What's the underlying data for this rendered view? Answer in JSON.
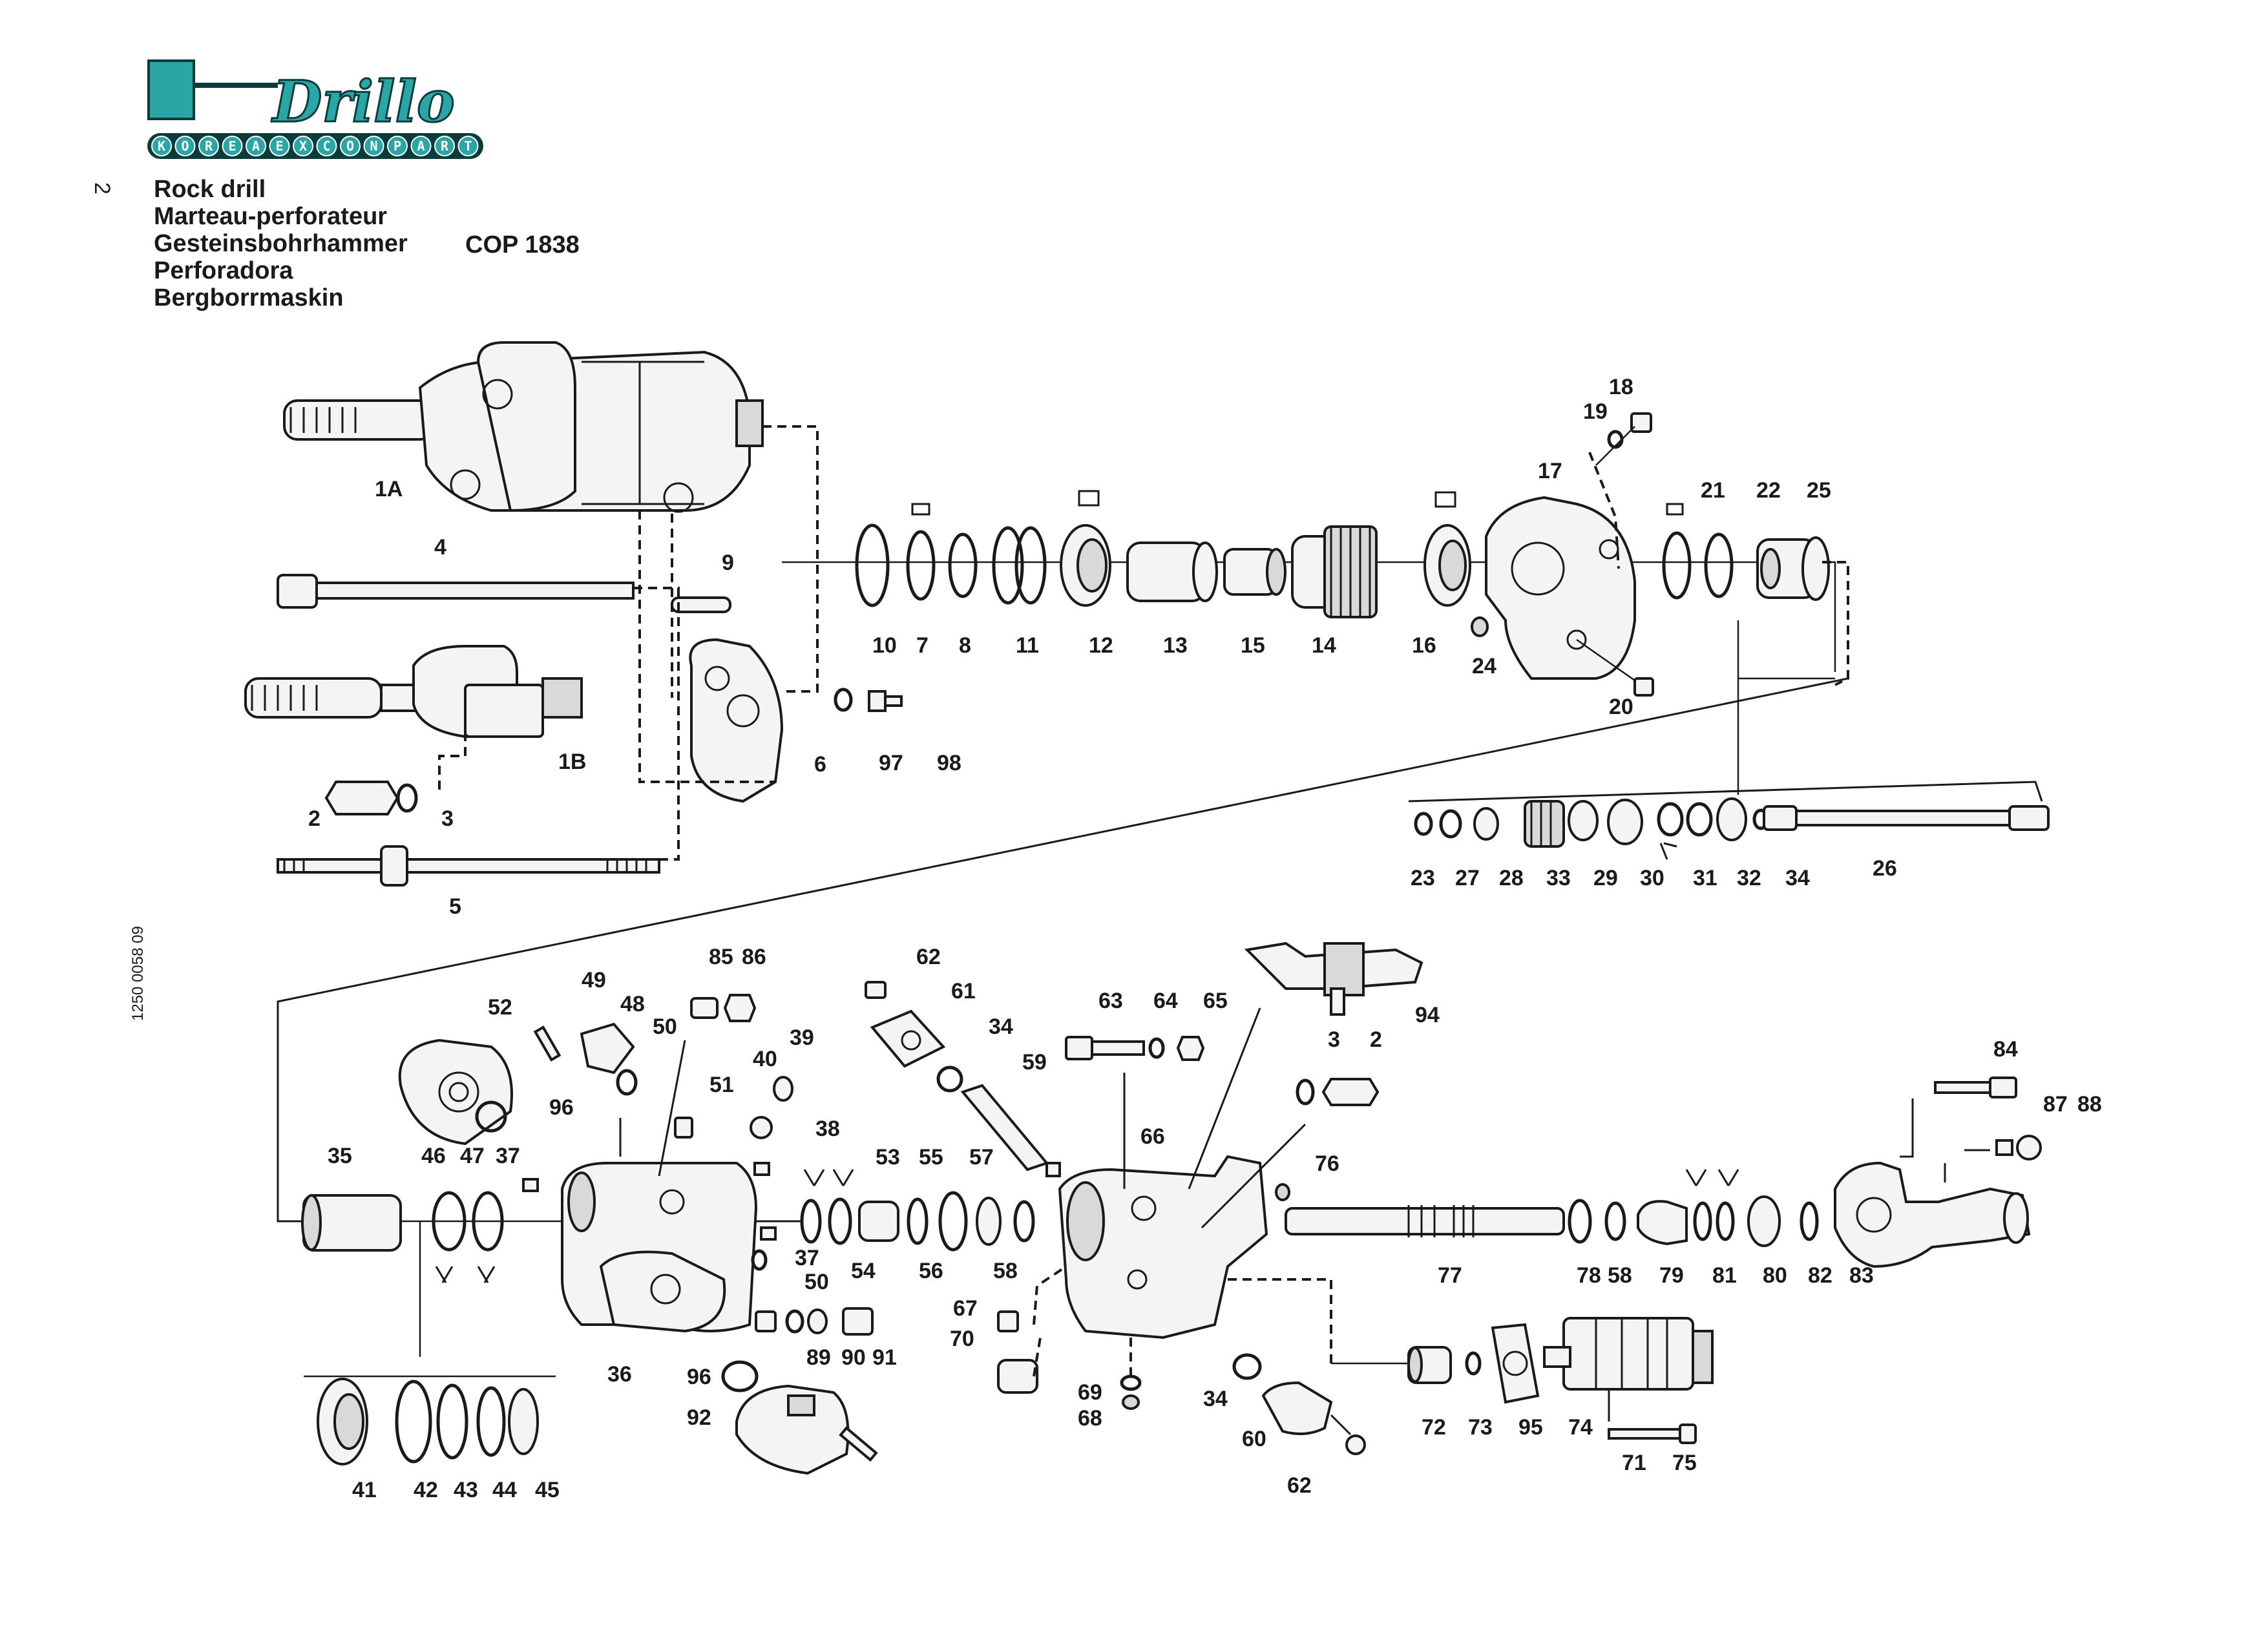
{
  "header": {
    "page_number": "2",
    "titles": [
      "Rock drill",
      "Marteau-perforateur",
      "Gesteinsbohrhammer",
      "Perforadora",
      "Bergborrmaskin"
    ],
    "model": "COP 1838",
    "document_number": "1250 0058 09"
  },
  "logo": {
    "word": "Drillo",
    "strip_letters": [
      "K",
      "O",
      "R",
      "E",
      "A",
      "E",
      "X",
      "C",
      "O",
      "N",
      "P",
      "A",
      "R",
      "T"
    ]
  },
  "callouts": {
    "top": [
      "1A",
      "4",
      "9",
      "1B",
      "2",
      "3",
      "5",
      "6",
      "97",
      "98",
      "10",
      "7",
      "8",
      "11",
      "12",
      "13",
      "15",
      "14",
      "16",
      "24",
      "17",
      "18",
      "19",
      "20",
      "21",
      "22",
      "25"
    ],
    "shaft": [
      "23",
      "27",
      "28",
      "33",
      "29",
      "30",
      "31",
      "32",
      "34",
      "26"
    ],
    "bottom": [
      "52",
      "49",
      "48",
      "50",
      "96",
      "85",
      "86",
      "51",
      "40",
      "39",
      "38",
      "35",
      "46",
      "47",
      "37",
      "37",
      "50",
      "53",
      "55",
      "57",
      "54",
      "56",
      "58",
      "89",
      "90",
      "91",
      "41",
      "42",
      "43",
      "44",
      "45",
      "36",
      "96",
      "92",
      "62",
      "61",
      "34",
      "59",
      "63",
      "64",
      "65",
      "66",
      "67",
      "70",
      "69",
      "68",
      "94",
      "3",
      "2",
      "76",
      "34",
      "60",
      "62",
      "77",
      "78",
      "58",
      "79",
      "81",
      "80",
      "82",
      "83",
      "84",
      "87",
      "88",
      "72",
      "73",
      "95",
      "74",
      "71",
      "75"
    ]
  }
}
